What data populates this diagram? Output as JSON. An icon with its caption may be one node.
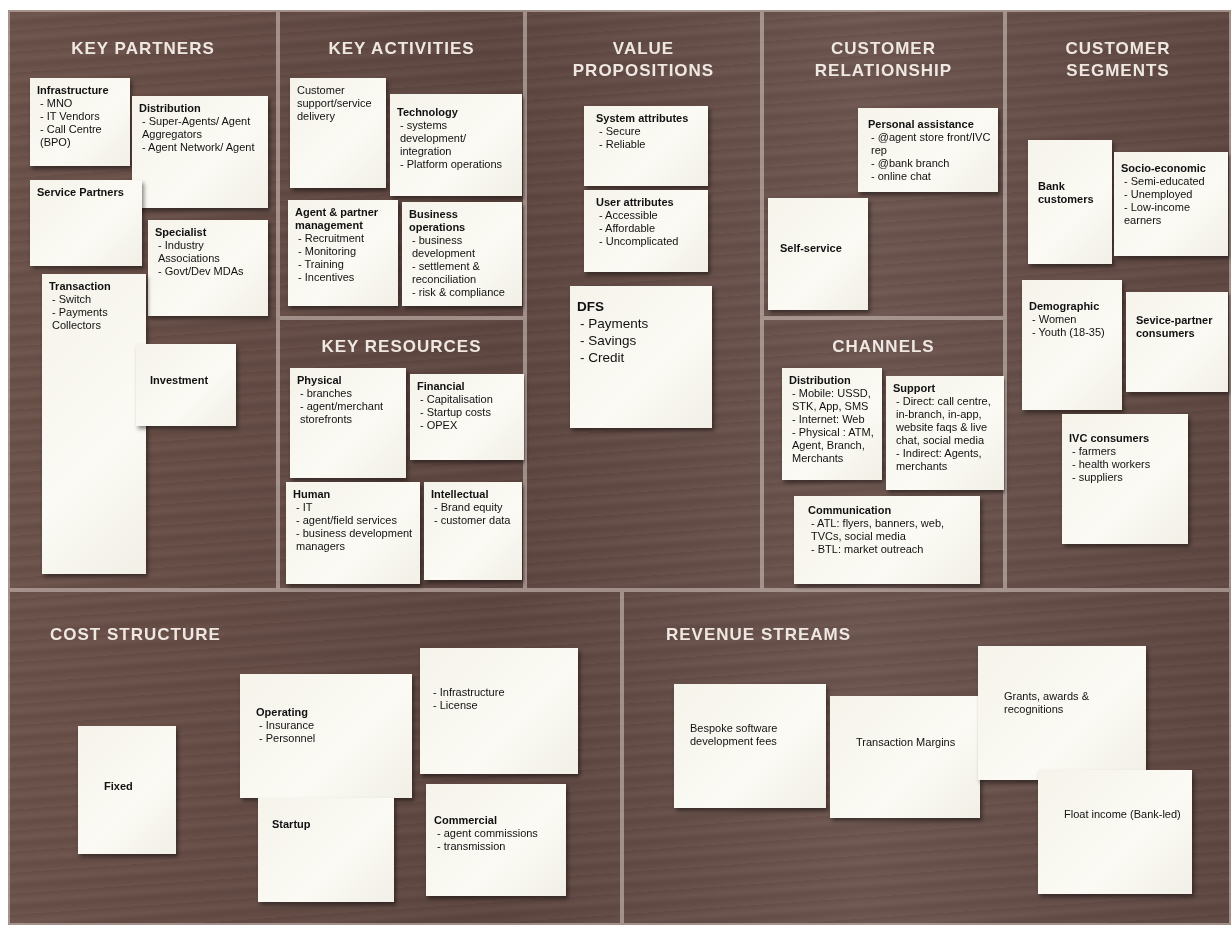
{
  "diagram": {
    "nodes": [
      {
        "text": [
          "KEY PARTNERS"
        ]
      },
      {
        "text": [
          "KEY ACTIVITIES"
        ]
      },
      {
        "text": [
          "KEY RESOURCES"
        ]
      },
      {
        "text": [
          "VALUE PROPOSITIONS"
        ]
      },
      {
        "text": [
          "CUSTOMER RELATIONSHIP"
        ]
      },
      {
        "text": [
          "CHANNELS"
        ]
      },
      {
        "text": [
          "CUSTOMER SEGMENTS"
        ]
      },
      {
        "text": [
          "COST STRUCTURE"
        ]
      },
      {
        "text": [
          "REVENUE STREAMS"
        ]
      },
      {
        "text": [
          "Infrastructure",
          "- MNO",
          "- IT Vendors",
          "- Call Centre (BPO)"
        ],
        "in": 0
      },
      {
        "text": [
          "Distribution",
          "- Super-Agents/ Agent Aggregators",
          "- Agent Network/ Agent"
        ],
        "in": 0
      },
      {
        "text": [
          "Service Partners"
        ],
        "in": 0
      },
      {
        "text": [
          "Specialist",
          "- Industry Associations",
          "- Govt/Dev MDAs"
        ],
        "in": 0
      },
      {
        "text": [
          "Transaction",
          "- Switch",
          "- Payments Collectors"
        ],
        "in": 0
      },
      {
        "text": [
          "Investment"
        ],
        "in": 0
      },
      {
        "text": [
          "Customer support/service delivery"
        ],
        "in": 1
      },
      {
        "text": [
          "Technology",
          "- systems development/ integration",
          "- Platform operations"
        ],
        "in": 1
      },
      {
        "text": [
          "Agent & partner management",
          "- Recruitment",
          "- Monitoring",
          "- Training",
          "- Incentives"
        ],
        "in": 1
      },
      {
        "text": [
          "Business operations",
          "- business development",
          "- settlement & reconciliation",
          "- risk & compliance"
        ],
        "in": 1
      },
      {
        "text": [
          "Physical",
          "- branches",
          "- agent/merchant storefronts"
        ],
        "in": 2
      },
      {
        "text": [
          "Financial",
          "- Capitalisation",
          "- Startup costs",
          "- OPEX"
        ],
        "in": 2
      },
      {
        "text": [
          "Human",
          "- IT",
          "- agent/field services",
          "- business development managers"
        ],
        "in": 2
      },
      {
        "text": [
          "Intellectual",
          "- Brand equity",
          "- customer data"
        ],
        "in": 2
      },
      {
        "text": [
          "System attributes",
          "- Secure",
          "- Reliable"
        ],
        "in": 3
      },
      {
        "text": [
          "User attributes",
          "- Accessible",
          "- Affordable",
          "- Uncomplicated"
        ],
        "in": 3
      },
      {
        "text": [
          "DFS",
          "- Payments",
          "- Savings",
          "- Credit"
        ],
        "in": 3
      },
      {
        "text": [
          "Personal assistance",
          "- @agent store front/IVC rep",
          "- @bank branch",
          "- online chat"
        ],
        "in": 4
      },
      {
        "text": [
          "Self-service"
        ],
        "in": 4
      },
      {
        "text": [
          "Distribution",
          "- Mobile: USSD, STK, App, SMS",
          "- Internet: Web",
          "- Physical : ATM, Agent, Branch, Merchants"
        ],
        "in": 5
      },
      {
        "text": [
          "Support",
          "- Direct: call centre, in-branch, in-app, website faqs & live chat, social media",
          "- Indirect: Agents, merchants"
        ],
        "in": 5
      },
      {
        "text": [
          "Communication",
          "- ATL: flyers, banners, web, TVCs, social media",
          "- BTL: market outreach"
        ],
        "in": 5
      },
      {
        "text": [
          "Bank customers"
        ],
        "in": 6
      },
      {
        "text": [
          "Socio-economic",
          "- Semi-educated",
          "- Unemployed",
          "- Low-income earners"
        ],
        "in": 6
      },
      {
        "text": [
          "Demographic",
          "- Women",
          "- Youth (18-35)"
        ],
        "in": 6
      },
      {
        "text": [
          "Sevice-partner consumers"
        ],
        "in": 6
      },
      {
        "text": [
          "IVC consumers",
          "- farmers",
          "- health workers",
          "- suppliers"
        ],
        "in": 6
      },
      {
        "text": [
          "Fixed"
        ],
        "in": 7
      },
      {
        "text": [
          "Operating",
          "- Insurance",
          "- Personnel"
        ],
        "in": 7
      },
      {
        "text": [
          "- Infrastructure",
          "- License"
        ],
        "in": 7
      },
      {
        "text": [
          "Startup"
        ],
        "in": 7
      },
      {
        "text": [
          "Commercial",
          "- agent commissions",
          "- transmission"
        ],
        "in": 7
      },
      {
        "text": [
          "Bespoke software development fees"
        ],
        "in": 8
      },
      {
        "text": [
          "Transaction Margins"
        ],
        "in": 8
      },
      {
        "text": [
          "Grants, awards & recognitions"
        ],
        "in": 8
      },
      {
        "text": [
          "Float income (Bank-led)"
        ],
        "in": 8
      }
    ]
  }
}
